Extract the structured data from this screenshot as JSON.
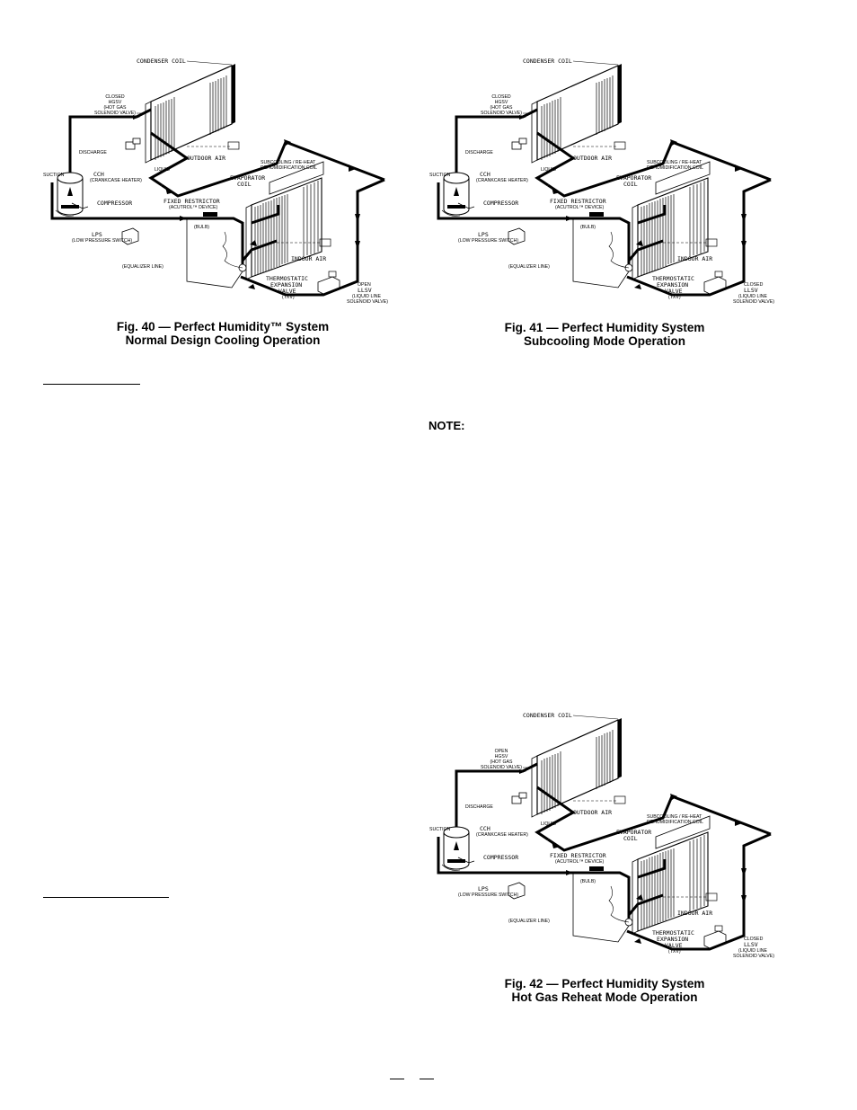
{
  "figures": [
    {
      "caption_line1": "Fig. 40 — Perfect Humidity™ System",
      "caption_line2": "Normal Design Cooling Operation",
      "hgsv_state": "CLOSED",
      "llsv_state": "OPEN"
    },
    {
      "caption_line1": "Fig. 41 — Perfect Humidity System",
      "caption_line2": "Subcooling Mode Operation",
      "hgsv_state": "CLOSED",
      "llsv_state": "CLOSED"
    },
    {
      "caption_line1": "Fig. 42 — Perfect Humidity System",
      "caption_line2": "Hot Gas Reheat Mode Operation",
      "hgsv_state": "OPEN",
      "llsv_state": "CLOSED"
    }
  ],
  "labels": {
    "condenser_coil": "CONDENSER COIL",
    "hgsv": "HGSV",
    "hot_gas": "(HOT GAS",
    "solenoid_valve": "SOLENOID VALVE)",
    "discharge": "DISCHARGE",
    "suction": "SUCTION",
    "outdoor_air": "OUTDOOR AIR",
    "liquid": "LIQUID",
    "subcooling": "SUBCOOLING / RE-HEAT",
    "dehumid": "DEHUMIDIFICATION COIL",
    "cch": "CCH",
    "crankcase": "(CRANKCASE HEATER)",
    "evaporator": "EVAPORATOR",
    "coil": "COIL",
    "compressor": "COMPRESSOR",
    "fixed_restrictor": "FIXED RESTRICTOR",
    "acutrol": "(ACUTROL™ DEVICE)",
    "bulb": "(BULB)",
    "lps": "LPS",
    "low_pressure": "(LOW PRESSURE SWITCH)",
    "indoor_air": "INDOOR AIR",
    "equalizer": "(EQUALIZER LINE)",
    "thermostatic": "THERMOSTATIC",
    "expansion": "EXPANSION",
    "valve": "VALVE",
    "txv": "(TXV)",
    "llsv": "LLSV",
    "liquid_line": "(LIQUID LINE",
    "solenoid_valve2": "SOLENOID VALVE)"
  },
  "text": {
    "note": "NOTE:"
  }
}
